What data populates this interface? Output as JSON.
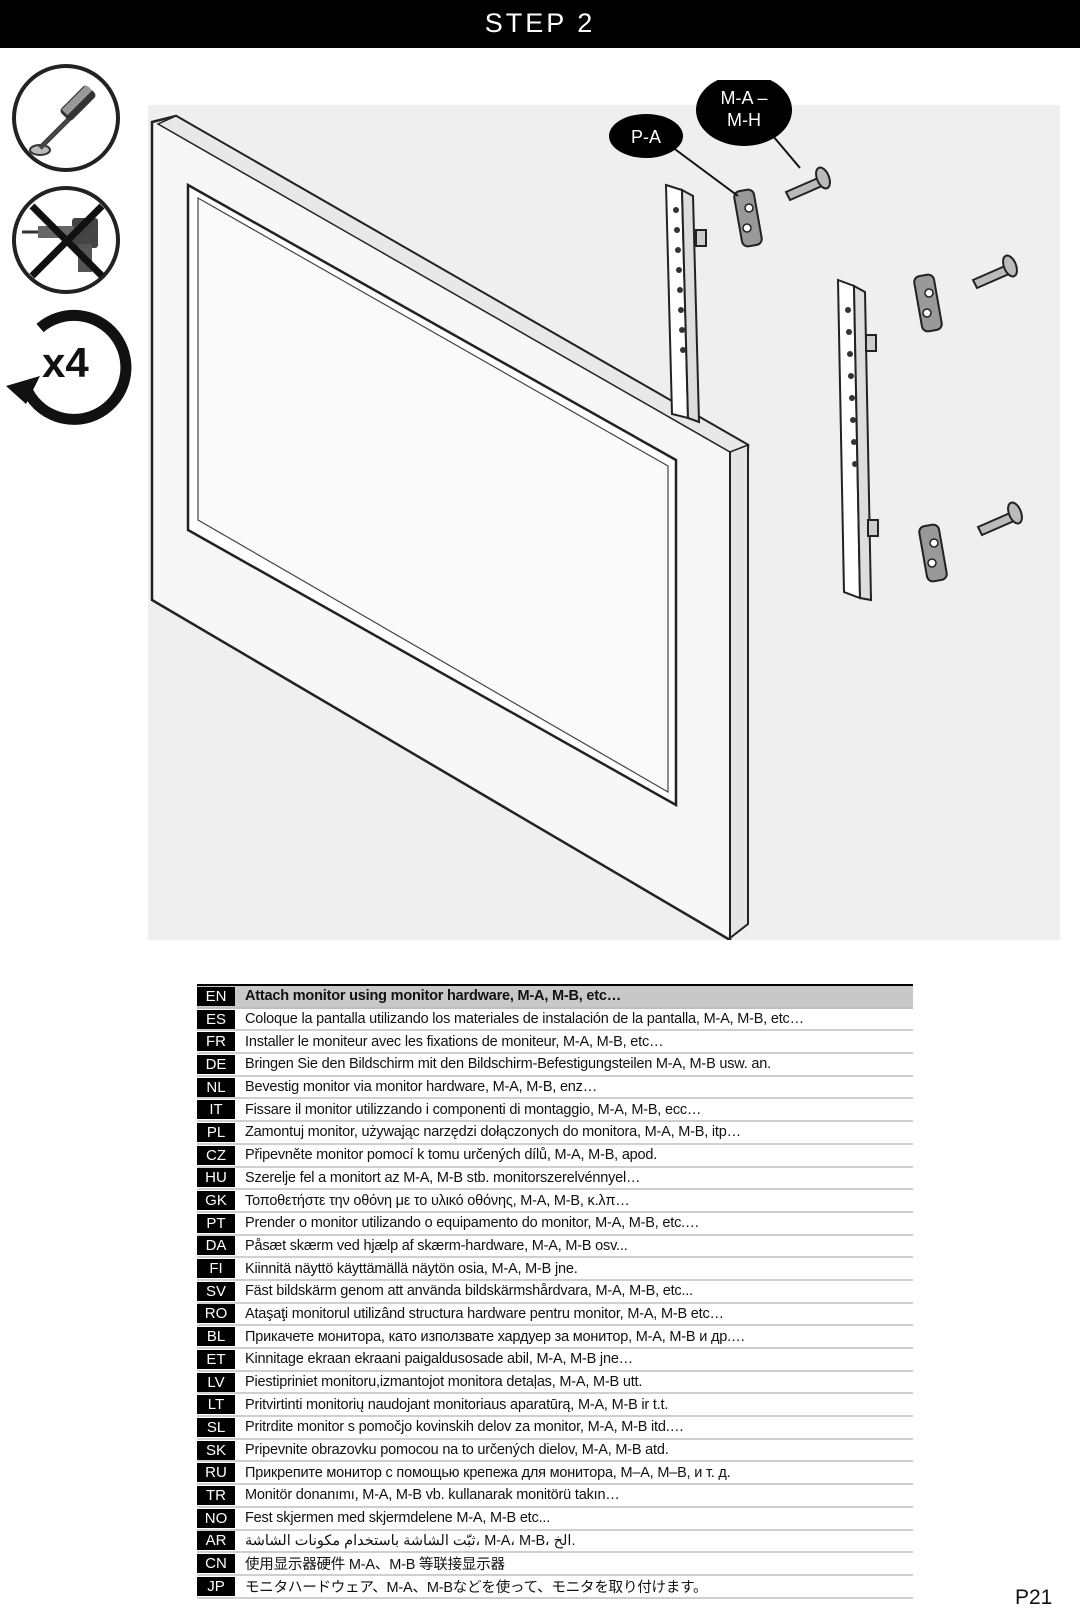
{
  "header": {
    "title": "STEP 2"
  },
  "icons": {
    "screwdriver": "screwdriver-icon",
    "no_drill": "no-power-drill-icon",
    "repeat": "repeat-x4-icon",
    "repeat_label": "x4"
  },
  "callouts": {
    "pa": "P-A",
    "ma_line1": "M-A –",
    "ma_line2": "M-H"
  },
  "instructions": [
    {
      "code": "EN",
      "text": "Attach monitor using monitor hardware, M-A, M-B, etc…"
    },
    {
      "code": "ES",
      "text": "Coloque la pantalla utilizando los materiales de instalación de la pantalla, M-A, M-B, etc…"
    },
    {
      "code": "FR",
      "text": "Installer le moniteur avec les fixations de moniteur, M-A, M-B, etc…"
    },
    {
      "code": "DE",
      "text": "Bringen Sie den Bildschirm mit den Bildschirm-Befestigungsteilen M-A, M-B usw. an."
    },
    {
      "code": "NL",
      "text": "Bevestig monitor via monitor hardware, M-A, M-B, enz…"
    },
    {
      "code": "IT",
      "text": "Fissare il monitor utilizzando i componenti di montaggio, M-A, M-B, ecc…"
    },
    {
      "code": "PL",
      "text": "Zamontuj monitor, używając narzędzi dołączonych do monitora, M-A, M-B, itp…"
    },
    {
      "code": "CZ",
      "text": "Připevněte monitor pomocí k tomu určených dílů, M-A, M-B, apod."
    },
    {
      "code": "HU",
      "text": "Szerelje fel a monitort az M-A, M-B stb. monitorszerelvénnyel…"
    },
    {
      "code": "GK",
      "text": "Τοποθετήστε την οθόνη με το υλικό οθόνης, M-A, M-B, κ.λπ…"
    },
    {
      "code": "PT",
      "text": "Prender o monitor utilizando o equipamento do monitor, M-A, M-B, etc.…"
    },
    {
      "code": "DA",
      "text": "Påsæt skærm ved hjælp af skærm-hardware, M-A, M-B osv..."
    },
    {
      "code": "FI",
      "text": "Kiinnitä näyttö käyttämällä näytön osia, M-A, M-B jne."
    },
    {
      "code": "SV",
      "text": "Fäst bildskärm genom att använda bildskärmshårdvara, M-A, M-B, etc..."
    },
    {
      "code": "RO",
      "text": "Ataşaţi monitorul utilizând structura hardware pentru monitor, M-A, M-B etc…"
    },
    {
      "code": "BL",
      "text": "Прикачете монитора, като използвате хардуер за монитор, M-A, M-B и др.…"
    },
    {
      "code": "ET",
      "text": "Kinnitage ekraan ekraani paigaldusosade abil, M-A, M-B jne…"
    },
    {
      "code": "LV",
      "text": "Piestipriniet monitoru,izmantojot monitora detaļas, M-A, M-B utt."
    },
    {
      "code": "LT",
      "text": "Pritvirtinti monitorių naudojant monitoriaus aparatūrą, M-A, M-B ir t.t."
    },
    {
      "code": "SL",
      "text": "Pritrdite monitor s pomočjo kovinskih delov za monitor, M-A, M-B itd.…"
    },
    {
      "code": "SK",
      "text": "Pripevnite obrazovku pomocou na to určených dielov, M-A, M-B atd."
    },
    {
      "code": "RU",
      "text": "Прикрепите монитор с помощью крепежа для монитора, M–A, M–B, и т. д."
    },
    {
      "code": "TR",
      "text": "Monitör donanımı, M-A, M-B vb. kullanarak monitörü takın…"
    },
    {
      "code": "NO",
      "text": "Fest skjermen med skjermdelene M-A, M-B etc..."
    },
    {
      "code": "AR",
      "text": "ثبّت الشاشة باستخدام مكونات الشاشة، M-A، M-B، الخ."
    },
    {
      "code": "CN",
      "text": "使用显示器硬件 M-A、M-B 等联接显示器"
    },
    {
      "code": "JP",
      "text": "モニタハードウェア、M-A、M-Bなどを使って、モニタを取り付けます。"
    }
  ],
  "footer": {
    "page": "P21"
  }
}
